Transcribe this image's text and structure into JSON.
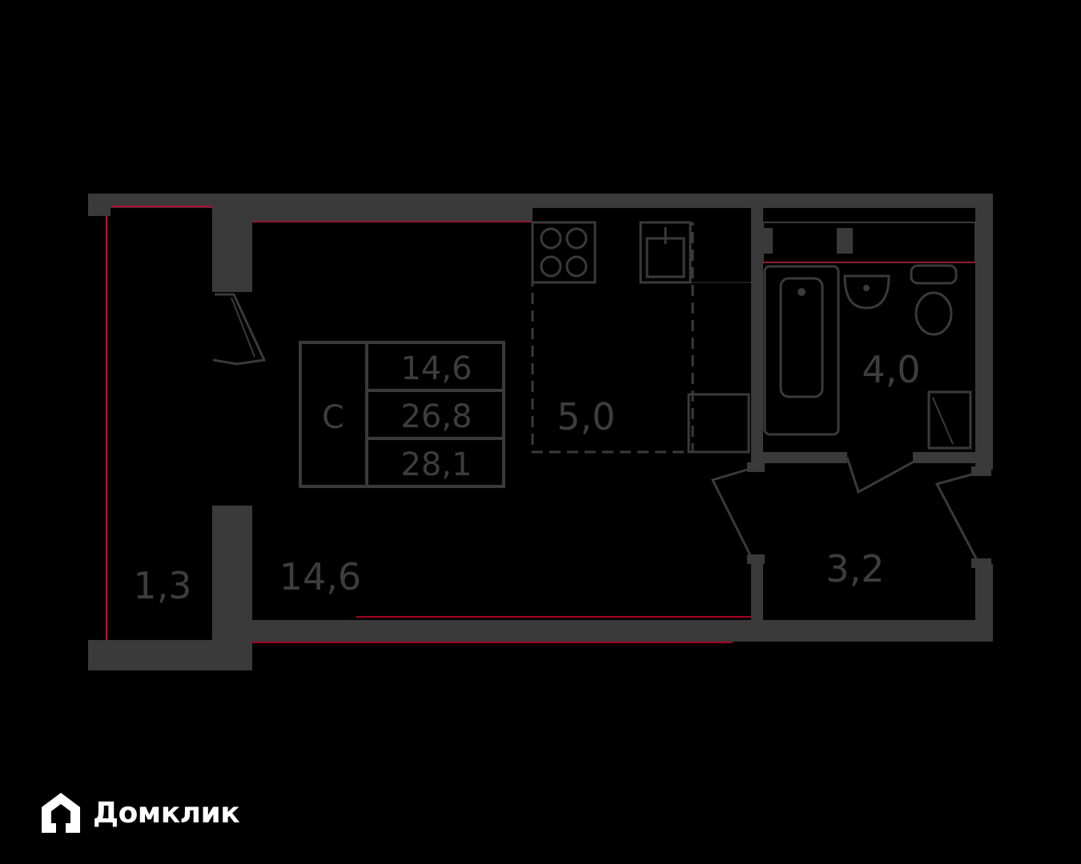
{
  "plan": {
    "rooms": [
      {
        "id": "balcony",
        "area": "1,3"
      },
      {
        "id": "living-room",
        "area": "14,6"
      },
      {
        "id": "kitchen",
        "area": "5,0"
      },
      {
        "id": "bathroom",
        "area": "4,0"
      },
      {
        "id": "hallway",
        "area": "3,2"
      }
    ],
    "legend": {
      "type_letter": "С",
      "living_area": "14,6",
      "total_area": "26,8",
      "total_with_balcony": "28,1"
    }
  },
  "brand": {
    "name": "Домклик",
    "logo_icon": "domclick-house-icon"
  },
  "colors": {
    "background": "#000000",
    "walls": "#3a3a3a",
    "accent_red": "#e0002a",
    "logo": "#ffffff"
  }
}
